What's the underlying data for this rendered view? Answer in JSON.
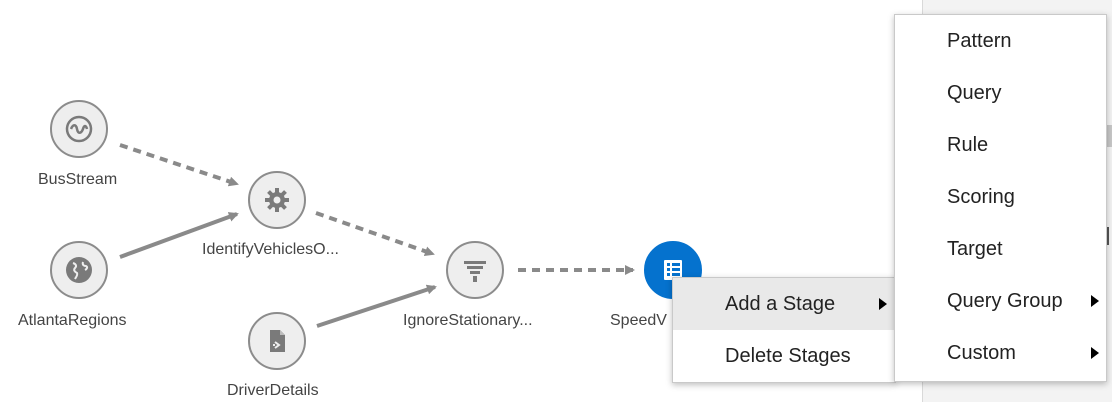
{
  "pipeline": {
    "nodes": [
      {
        "label": "BusStream",
        "icon": "stream-icon"
      },
      {
        "label": "AtlantaRegions",
        "icon": "globe-icon"
      },
      {
        "label": "IdentifyVehiclesO...",
        "icon": "gear-icon"
      },
      {
        "label": "DriverDetails",
        "icon": "file-icon"
      },
      {
        "label": "IgnoreStationary...",
        "icon": "filter-icon"
      },
      {
        "label": "SpeedV",
        "icon": "list-icon"
      }
    ]
  },
  "context_menu": {
    "items": [
      {
        "label": "Add a Stage"
      },
      {
        "label": "Delete Stages"
      }
    ]
  },
  "submenu": {
    "items": [
      {
        "label": "Pattern"
      },
      {
        "label": "Query"
      },
      {
        "label": "Rule"
      },
      {
        "label": "Scoring"
      },
      {
        "label": "Target"
      },
      {
        "label": "Query Group"
      },
      {
        "label": "Custom"
      }
    ]
  },
  "colors": {
    "accent": "#0572ce",
    "node_bg": "#eeeeee",
    "node_border": "#8c8c8c",
    "edge": "#8a8a8a",
    "highlight": "#e9e9e9"
  }
}
